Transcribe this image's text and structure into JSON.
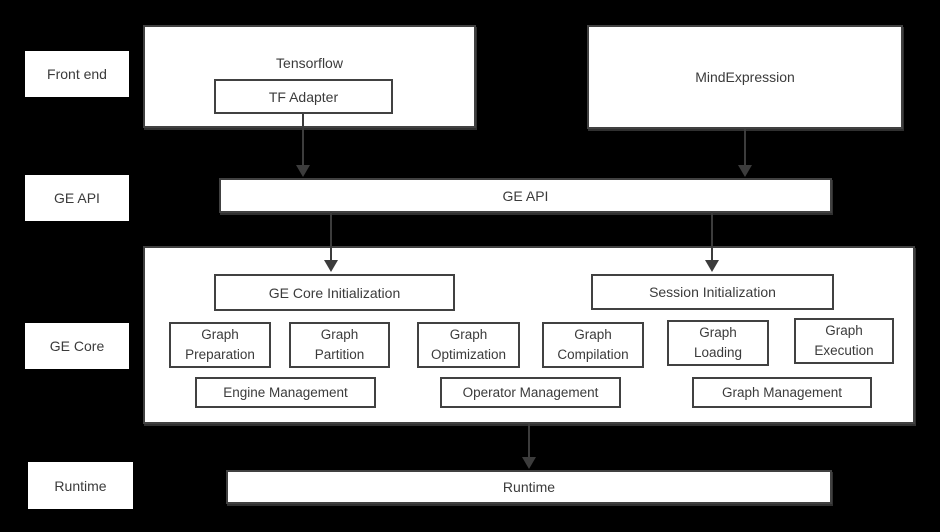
{
  "colors": {
    "background": "#000000",
    "box_bg": "#ffffff",
    "border": "#414141",
    "text": "#3b3b3b",
    "arrow": "#3c3c3c"
  },
  "side_labels": {
    "front_end": "Front end",
    "ge_api": "GE API",
    "ge_core": "GE Core",
    "runtime": "Runtime"
  },
  "front_end": {
    "tensorflow_title": "Tensorflow",
    "tf_adapter": "TF Adapter",
    "mindexpression": "MindExpression"
  },
  "ge_api": {
    "label": "GE API"
  },
  "ge_core": {
    "init_boxes": {
      "core_init": "GE Core Initialization",
      "session_init": "Session Initialization"
    },
    "modules": [
      "Graph\nPreparation",
      "Graph\nPartition",
      "Graph\nOptimization",
      "Graph\nCompilation",
      "Graph\nLoading",
      "Graph\nExecution"
    ],
    "management": [
      "Engine Management",
      "Operator Management",
      "Graph Management"
    ]
  },
  "runtime": {
    "label": "Runtime"
  }
}
